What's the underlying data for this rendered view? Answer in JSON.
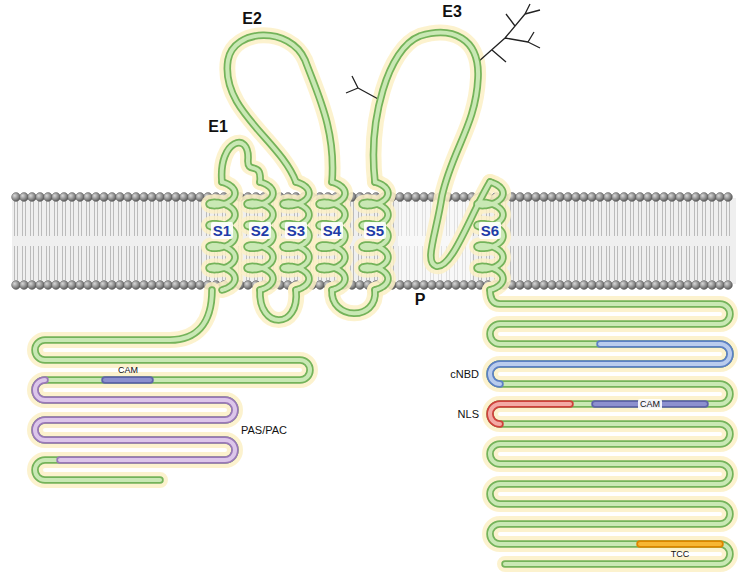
{
  "diagram": {
    "labels": [
      "E2",
      "E1",
      "E3",
      "S1",
      "S2",
      "S3",
      "S4",
      "S5",
      "S6",
      "P",
      "CAM",
      "PAS/PAC",
      "cNBD",
      "NLS",
      "CAM",
      "TCC"
    ]
  }
}
